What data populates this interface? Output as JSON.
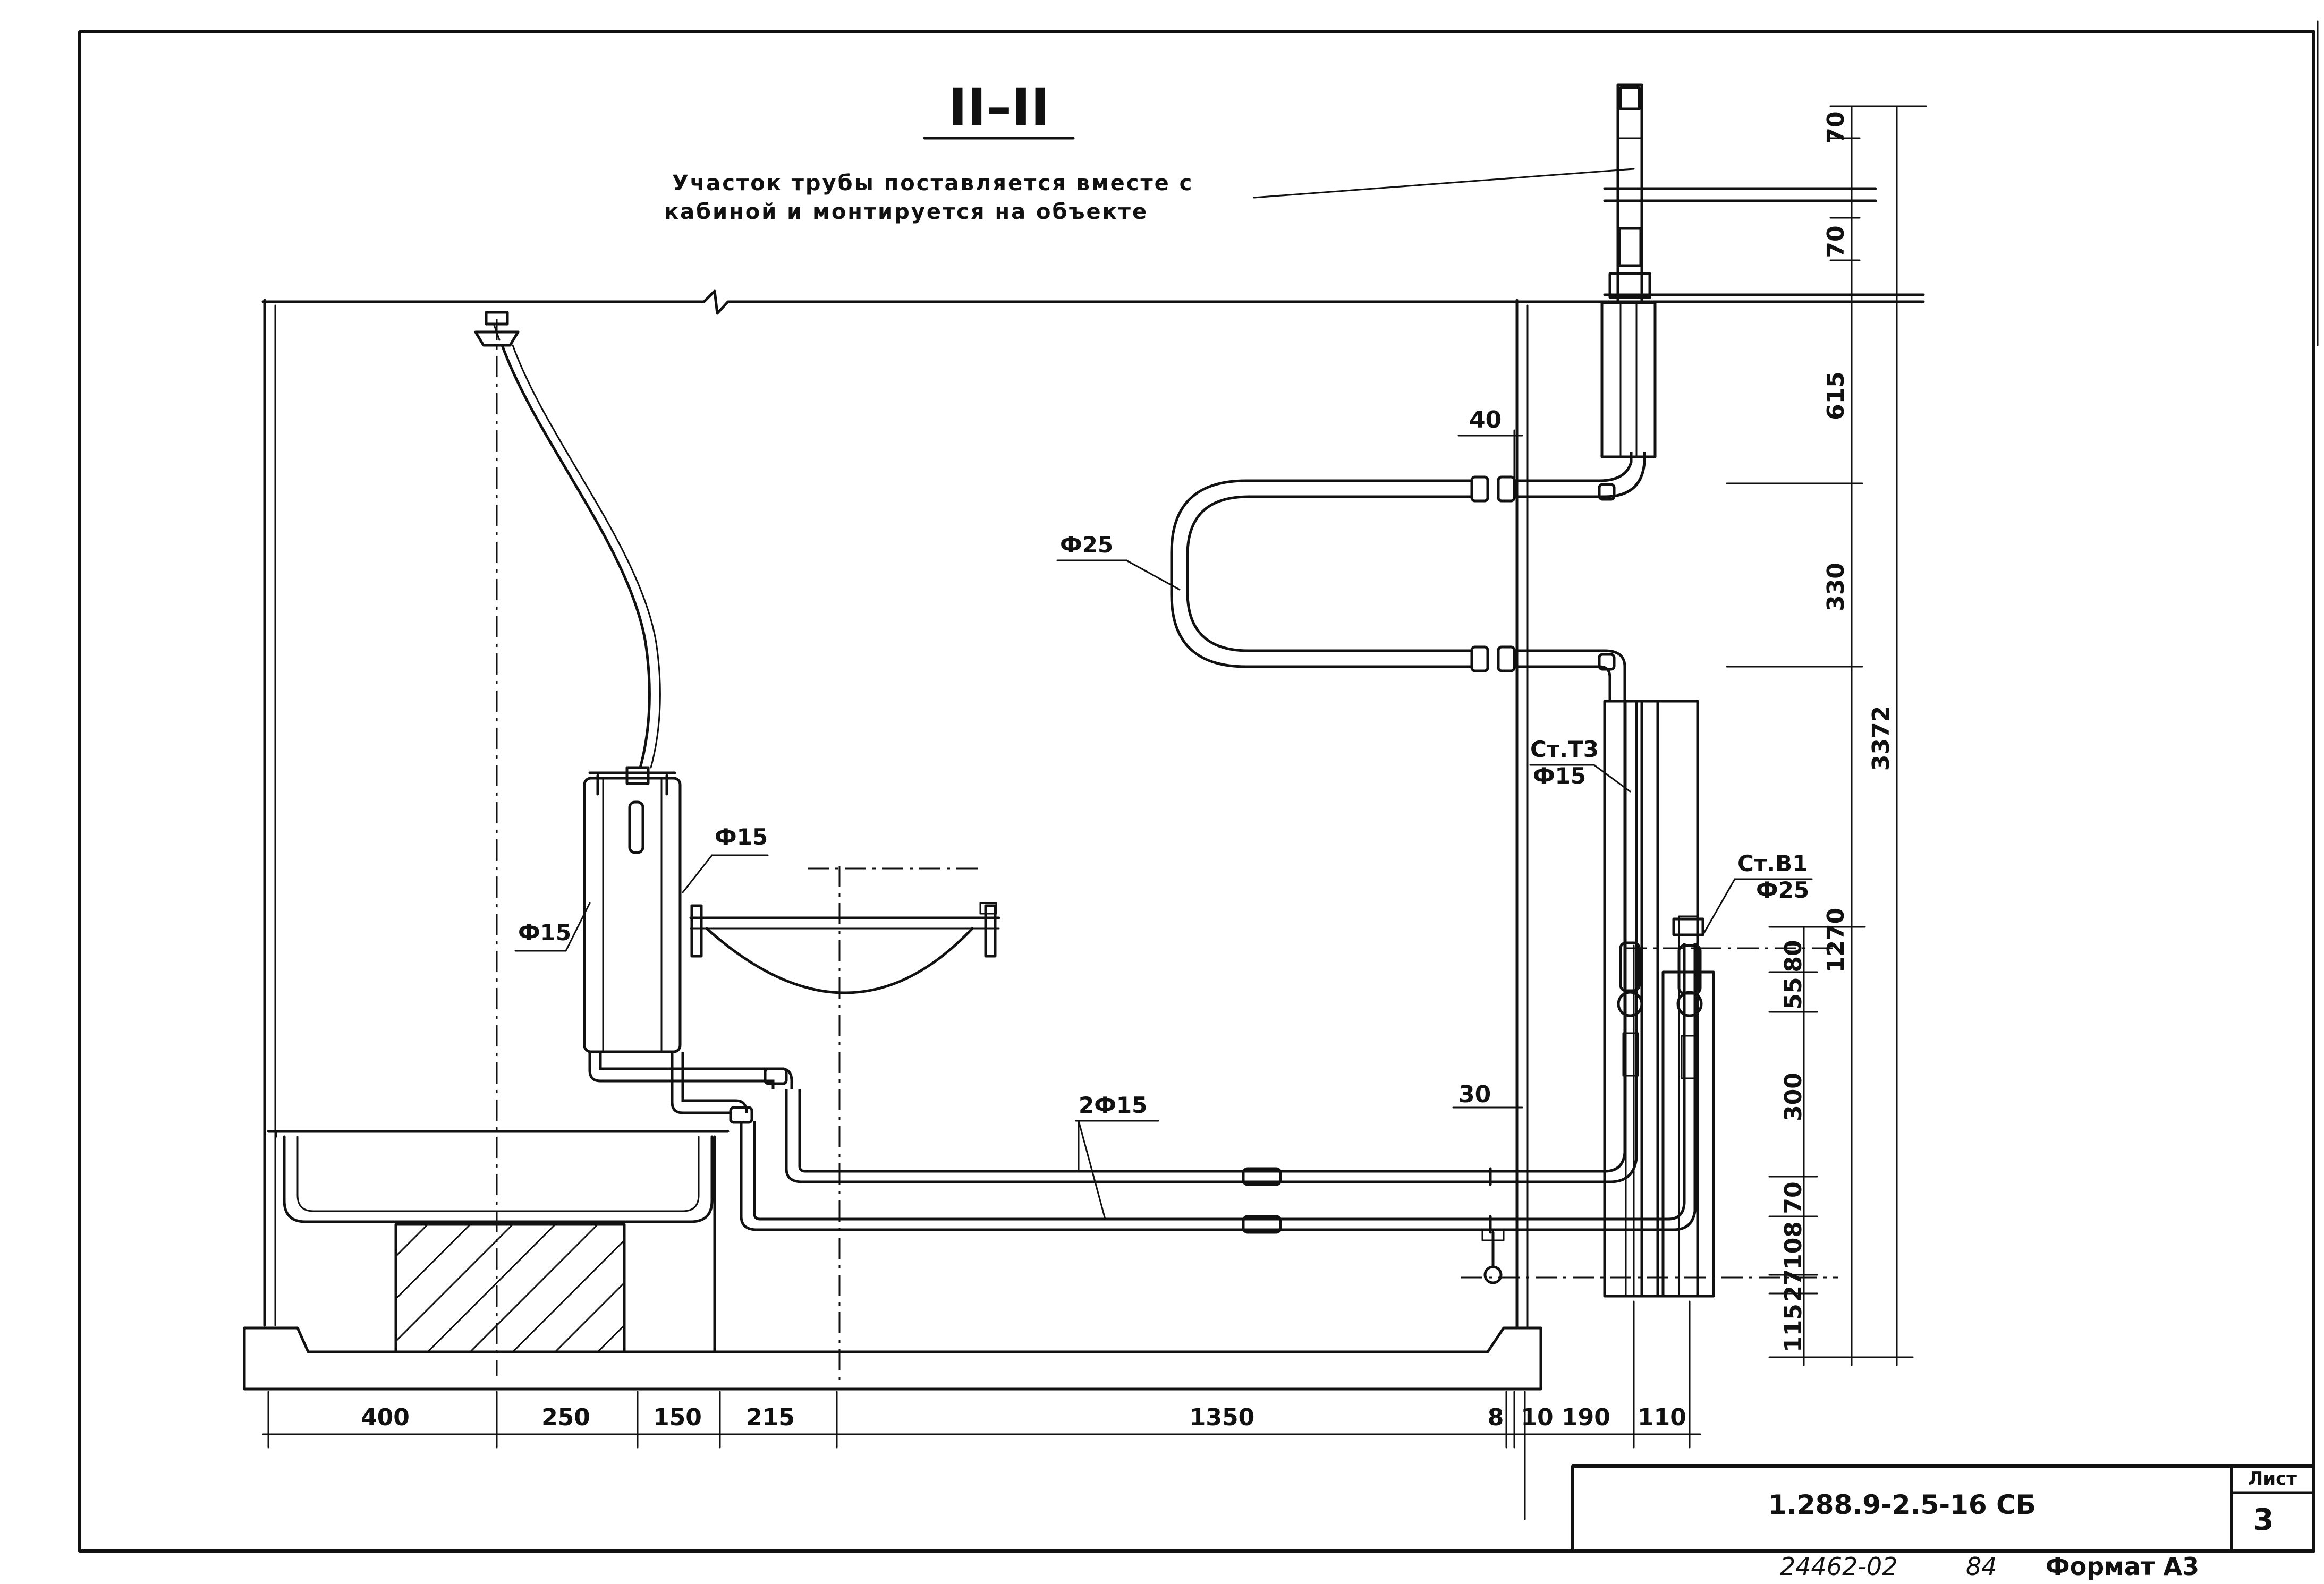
{
  "section_title": "II–II",
  "note": {
    "line1": "Участок трубы поставляется вместе с",
    "line2": "кабиной и монтируется на объекте"
  },
  "pipe_labels": {
    "phi25_loop": "Ф25",
    "phi15_right": "Ф15",
    "phi15_left": "Ф15",
    "two_phi15": "2Ф15",
    "st_t3": "Ст.Т3",
    "st_t3_dia": "Ф15",
    "st_b1": "Ст.В1",
    "st_b1_dia": "Ф25"
  },
  "dims_bottom": [
    "400",
    "250",
    "150",
    "215",
    "1350",
    "8",
    "10",
    "190",
    "110"
  ],
  "dims_top_right": [
    "70",
    "70"
  ],
  "dims_right": [
    "615",
    "330",
    "3372",
    "1270",
    "80",
    "55",
    "300",
    "70",
    "108",
    "27",
    "115"
  ],
  "dims_small": {
    "d40": "40",
    "d30": "30"
  },
  "title_block": {
    "doc_code": "1.288.9-2.5-16  СБ",
    "sheet_label": "Лист",
    "sheet_number": "3"
  },
  "footer": {
    "inventory": "24462-02",
    "code": "84",
    "format": "Формат А3"
  }
}
